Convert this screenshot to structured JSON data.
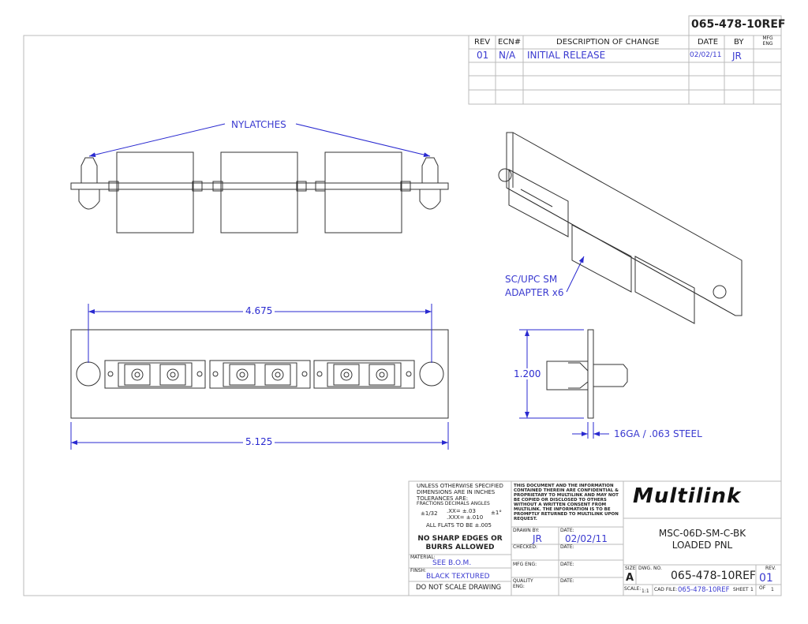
{
  "doc_number_top": "065-478-10REF",
  "revision_table": {
    "headers": [
      "REV",
      "ECN#",
      "DESCRIPTION OF CHANGE",
      "DATE",
      "BY",
      "MFG ENG"
    ],
    "rows": [
      [
        "01",
        "N/A",
        "INITIAL RELEASE",
        "02/02/11",
        "JR",
        ""
      ]
    ]
  },
  "annotations": {
    "nylatches": "NYLATCHES",
    "adapter_line1": "SC/UPC SM",
    "adapter_line2": "ADAPTER x6",
    "dim_4675": "4.675",
    "dim_5125": "5.125",
    "dim_1200": "1.200",
    "material_note": "16GA / .063 STEEL"
  },
  "title_block": {
    "tol_line1": "UNLESS OTHERWISE SPECIFIED",
    "tol_line2": "DIMENSIONS ARE IN INCHES",
    "tol_line3": "TOLERANCES ARE:",
    "tol_heads": "FRACTIONS   DECIMALS   ANGLES",
    "tol_frac": "±1/32",
    "tol_dec1": ".XX= ±.03",
    "tol_dec2": ".XXX= ±.010",
    "tol_ang": "±1°",
    "flats": "ALL FLATS TO BE ±.005",
    "no_sharp1": "NO SHARP EDGES OR",
    "no_sharp2": "BURRS ALLOWED",
    "material_label": "MATERIAL:",
    "material_value": "SEE B.O.M.",
    "finish_label": "FINSH:",
    "finish_value": "BLACK TEXTURED",
    "do_not_scale": "DO NOT SCALE DRAWING",
    "confidential": "THIS DOCUMENT AND THE INFORMATION CONTAINED THEREIN ARE CONFIDENTIAL & PROPRIETARY TO MULTILINK AND MAY NOT BE COPIED OR DISCLOSED TO OTHERS WITHOUT A WRITTEN CONSENT FROM MULTILINK. THE INFORMATION IS TO BE PROMPTLY RETURNED TO MULTILINK UPON REQUEST.",
    "drawn_by_label": "DRAWN BY:",
    "drawn_by": "JR",
    "date_label": "DATE:",
    "drawn_date": "02/02/11",
    "checked_label": "CHECKED:",
    "mfg_eng_label": "MFG ENG:",
    "quality_label": "QUALITY ENG:",
    "logo": "Multilink",
    "title1": "MSC-06D-SM-C-BK",
    "title2": "LOADED PNL",
    "size_label": "SIZE",
    "size": "A",
    "dwg_no_label": "DWG. NO.",
    "dwg_no": "065-478-10REF",
    "rev_label": "REV.",
    "rev": "01",
    "scale_label": "SCALE:",
    "scale": "1:1",
    "cad_file_label": "CAD FILE:",
    "cad_file": "065-478-10REF",
    "sheet_label": "SHEET",
    "sheet": "1",
    "of_label": "OF",
    "of": "1"
  }
}
